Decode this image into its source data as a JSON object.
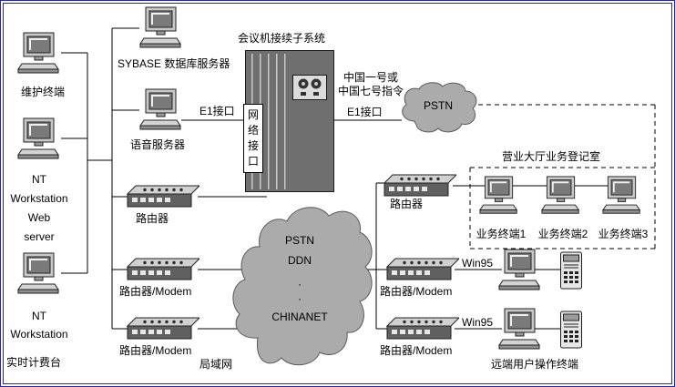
{
  "colors": {
    "frame": "#2a2aa0",
    "cloud_fill": "#ababab",
    "cloud_stroke": "#5a5a5a",
    "subsystem_fill": "#6f6f6f",
    "line": "#000000"
  },
  "left": {
    "maintenance_terminal": "维护终端",
    "nt_web_lines": [
      "NT",
      "Workstation",
      "Web",
      "server"
    ],
    "nt_lines": [
      "NT",
      "Workstation"
    ],
    "bottom_label": "实时计费台"
  },
  "lan": {
    "sybase_label": "SYBASE 数据库服务器",
    "voice_label": "语音服务器",
    "router_label": "路由器",
    "router_modem1_label": "路由器/Modem",
    "router_modem2_label": "路由器/Modem",
    "lan_label": "局域网"
  },
  "subsystem": {
    "title": "会议机接续子系统",
    "network_interface": "网络接口",
    "e1_left": "E1接口",
    "e1_right": "E1接口",
    "signaling_lines": [
      "中国一号或",
      "中国七号指令"
    ]
  },
  "pstn_cloud": {
    "label": "PSTN"
  },
  "wan_cloud": {
    "lines": [
      "PSTN",
      "DDN",
      "·",
      "·",
      "CHINANET"
    ]
  },
  "right": {
    "hall_title": "营业大厅业务登记室",
    "router_label": "路由器",
    "terminals": [
      "业务终端1",
      "业务终端2",
      "业务终端3"
    ],
    "rows": [
      {
        "router_label": "路由器/Modem",
        "os_label": "Win95"
      },
      {
        "router_label": "路由器/Modem",
        "os_label": "Win95"
      }
    ],
    "bottom_label": "远端用户操作终端"
  }
}
